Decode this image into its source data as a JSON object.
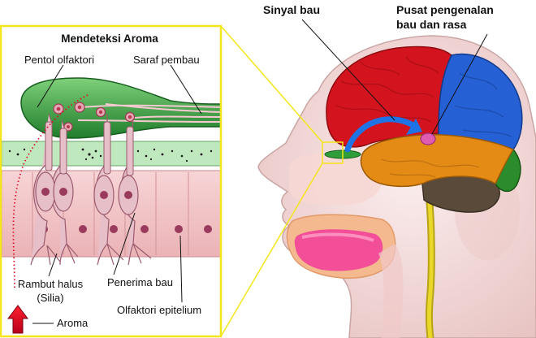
{
  "inset": {
    "title": "Mendeteksi Aroma",
    "labels": {
      "olfactory_bulb": "Pentol olfaktori",
      "olfactory_nerve": "Saraf pembau",
      "cilia_line1": "Rambut halus",
      "cilia_line2": "(Silia)",
      "receptor": "Penerima bau",
      "epithelium": "Olfaktori epitelium",
      "aroma": "Aroma"
    }
  },
  "head": {
    "labels": {
      "signal": "Sinyal bau",
      "center_line1": "Pusat pengenalan",
      "center_line2": "bau dan rasa"
    }
  },
  "colors": {
    "frame": "#f3e61a",
    "bulb_green": "#2e9e3a",
    "arrow_blue": "#1e74e6",
    "brain_red": "#d3141e",
    "brain_blue": "#2560d4",
    "brain_orange": "#e48b16",
    "brain_green": "#2a8c2a",
    "skin": "#f3dcdb",
    "aroma_arrow": "#e0102a"
  }
}
